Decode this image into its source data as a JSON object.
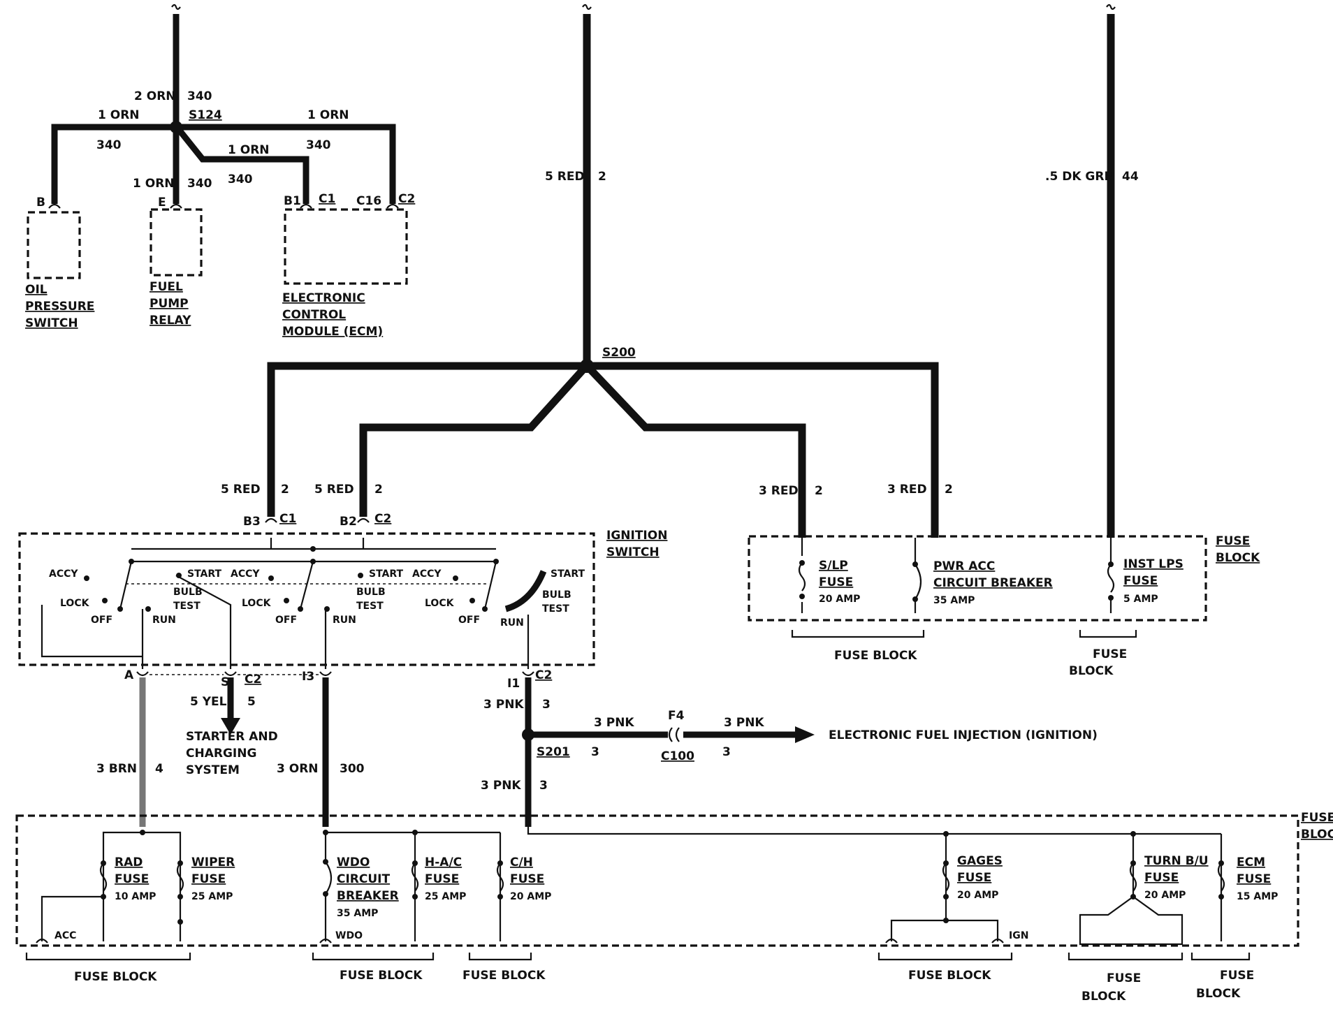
{
  "top_section": {
    "orn_2_label": "2 ORN",
    "circuit_340": "340",
    "splice_s124": "S124",
    "orn_1_left": "1 ORN",
    "orn_1_right": "1 ORN",
    "orn_1_mid": "1 ORN",
    "orn_1_fuel": "1 ORN",
    "conn_b": "B",
    "conn_e": "E",
    "conn_b1": "B1",
    "conn_c1": "C1",
    "conn_c16": "C16",
    "conn_c2": "C2",
    "oil_switch": [
      "OIL",
      "PRESSURE",
      "SWITCH"
    ],
    "fuel_relay": [
      "FUEL",
      "PUMP",
      "RELAY"
    ],
    "ecm": [
      "ELECTRONIC",
      "CONTROL",
      "MODULE (ECM)"
    ]
  },
  "main_feeds": {
    "red_5": "5 RED",
    "circuit_2": "2",
    "dk_grn": ".5 DK GRN",
    "circuit_44": "44",
    "splice_s200": "S200",
    "red_3": "3 RED"
  },
  "ignition_switch": {
    "title": [
      "IGNITION",
      "SWITCH"
    ],
    "conn_b3": "B3",
    "conn_c1": "C1",
    "conn_b2": "B2",
    "conn_c2": "C2",
    "pos_accy": "ACCY",
    "pos_lock": "LOCK",
    "pos_off": "OFF",
    "pos_run": "RUN",
    "pos_start": "START",
    "pos_bulb": "BULB",
    "pos_test": "TEST",
    "conn_a": "A",
    "conn_s": "S",
    "conn_i3": "I3",
    "conn_i1": "I1",
    "conn_c2_out": "C2"
  },
  "upper_fuse_block": {
    "title": [
      "FUSE",
      "BLOCK"
    ],
    "slp": [
      "S/LP",
      "FUSE",
      "20 AMP"
    ],
    "pwr_acc": [
      "PWR ACC",
      "CIRCUIT BREAKER",
      "35 AMP"
    ],
    "inst_lps": [
      "INST LPS",
      "FUSE",
      "5 AMP"
    ],
    "bracket_1": "FUSE BLOCK",
    "bracket_2": [
      "FUSE",
      "BLOCK"
    ]
  },
  "outputs": {
    "yel_5": "5 YEL",
    "circuit_5": "5",
    "starter": [
      "STARTER AND",
      "CHARGING",
      "SYSTEM"
    ],
    "pnk_3": "3 PNK",
    "circuit_3": "3",
    "splice_s201": "S201",
    "conn_f4": "F4",
    "conn_c100": "C100",
    "efi": "ELECTRONIC FUEL INJECTION (IGNITION)",
    "brn_3": "3 BRN",
    "circuit_4": "4",
    "orn_3": "3 ORN",
    "circuit_300": "300"
  },
  "lower_fuse_block": {
    "title": [
      "FUSE",
      "BLOCK"
    ],
    "rad": [
      "RAD",
      "FUSE",
      "10 AMP"
    ],
    "wiper": [
      "WIPER",
      "FUSE",
      "25 AMP"
    ],
    "acc": "ACC",
    "wdo": [
      "WDO",
      "CIRCUIT",
      "BREAKER",
      "35 AMP"
    ],
    "wdo_term": "WDO",
    "hac": [
      "H-A/C",
      "FUSE",
      "25 AMP"
    ],
    "ch": [
      "C/H",
      "FUSE",
      "20 AMP"
    ],
    "gages": [
      "GAGES",
      "FUSE",
      "20 AMP"
    ],
    "ign": "IGN",
    "turn": [
      "TURN B/U",
      "FUSE",
      "20 AMP"
    ],
    "ecm_fuse": [
      "ECM",
      "FUSE",
      "15 AMP"
    ],
    "bracket_fb": "FUSE BLOCK",
    "bracket_fuse": "FUSE",
    "bracket_block": "BLOCK"
  }
}
